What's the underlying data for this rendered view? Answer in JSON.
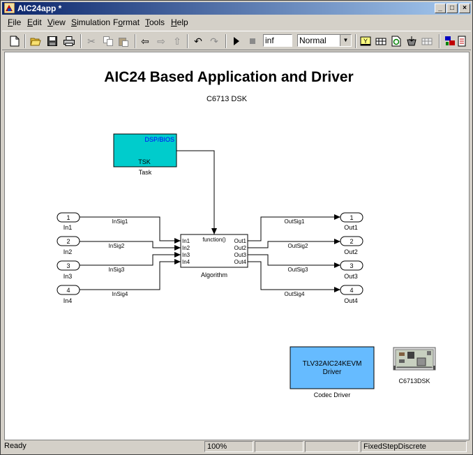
{
  "window": {
    "title": "AIC24app *"
  },
  "menu": [
    {
      "pre": "",
      "u": "F",
      "rest": "ile"
    },
    {
      "pre": "",
      "u": "E",
      "rest": "dit"
    },
    {
      "pre": "",
      "u": "V",
      "rest": "iew"
    },
    {
      "pre": "",
      "u": "S",
      "rest": "imulation"
    },
    {
      "pre": "F",
      "u": "o",
      "rest": "rmat"
    },
    {
      "pre": "",
      "u": "T",
      "rest": "ools"
    },
    {
      "pre": "",
      "u": "H",
      "rest": "elp"
    }
  ],
  "toolbar": {
    "stop_time": "inf",
    "sim_mode": "Normal"
  },
  "model": {
    "title": "AIC24 Based Application and Driver",
    "subtitle": "C6713 DSK",
    "task": {
      "bios_label": "DSP/BIOS",
      "tsk_label": "TSK",
      "name": "Task"
    },
    "algorithm": {
      "name": "Algorithm",
      "trigger": "function()",
      "inputs": [
        "In1",
        "In2",
        "In3",
        "In4"
      ],
      "outputs": [
        "Out1",
        "Out2",
        "Out3",
        "Out4"
      ]
    },
    "inports": [
      {
        "num": "1",
        "name": "In1",
        "signal": "InSig1"
      },
      {
        "num": "2",
        "name": "In2",
        "signal": "InSig2"
      },
      {
        "num": "3",
        "name": "In3",
        "signal": "InSig3"
      },
      {
        "num": "4",
        "name": "In4",
        "signal": "InSig4"
      }
    ],
    "outports": [
      {
        "num": "1",
        "name": "Out1",
        "signal": "OutSig1"
      },
      {
        "num": "2",
        "name": "Out2",
        "signal": "OutSig2"
      },
      {
        "num": "3",
        "name": "Out3",
        "signal": "OutSig3"
      },
      {
        "num": "4",
        "name": "Out4",
        "signal": "OutSig4"
      }
    ],
    "codec": {
      "line1": "TLV32AIC24KEVM",
      "line2": "Driver",
      "name": "Codec Driver"
    },
    "board": {
      "name": "C6713DSK"
    }
  },
  "colors": {
    "task_fill": "#00cccc",
    "codec_fill": "#66bbff",
    "bios_text": "#0000ff"
  },
  "status": {
    "left": "Ready",
    "zoom": "100%",
    "solver": "FixedStepDiscrete"
  }
}
